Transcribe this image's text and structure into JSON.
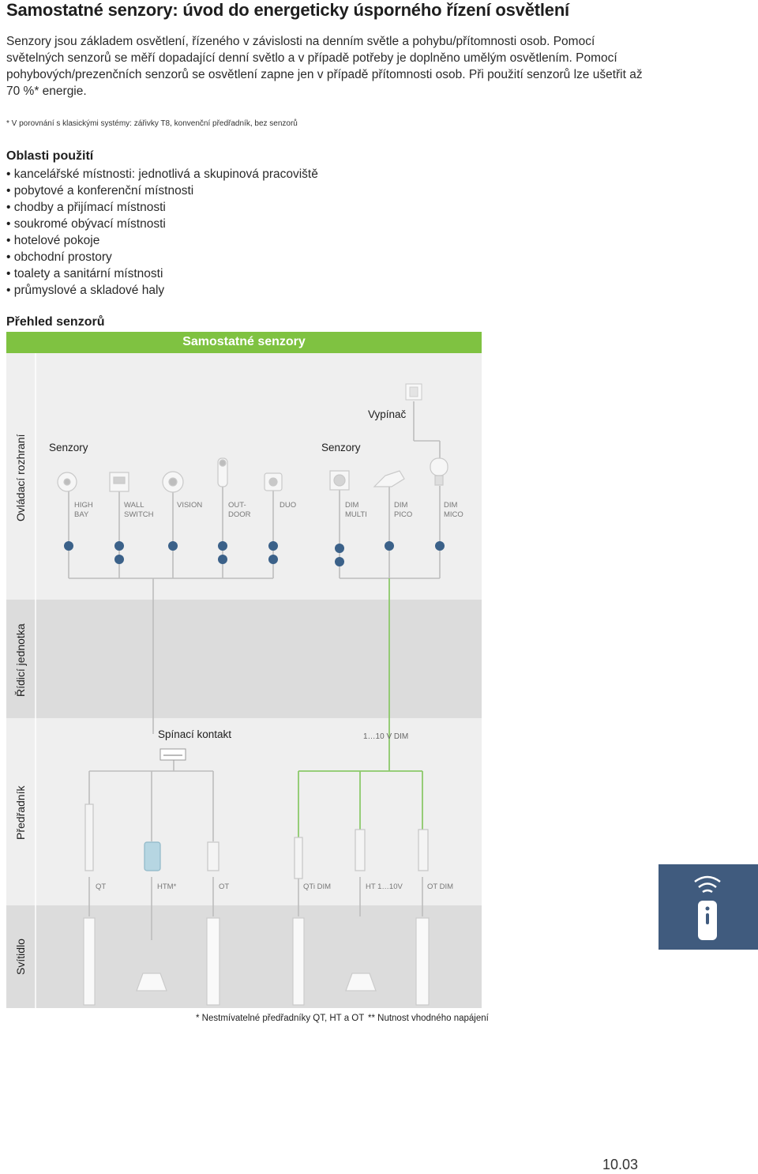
{
  "title": "Samostatné senzory: úvod do energeticky úsporného řízení osvětlení",
  "intro": "Senzory jsou základem osvětlení, řízeného v závislosti na denním světle a pohybu/přítomnosti osob. Pomocí světelných senzorů se měří dopadající denní světlo a v případě potřeby je doplněno umělým osvětlením. Pomocí pohybových/prezenčních senzorů se osvětlení zapne jen v případě přítomnosti osob. Při použití senzorů lze ušetřit až 70 %* energie.",
  "footnote": "* V porovnání s klasickými systémy: zářivky T8, konvenční předřadník, bez senzorů",
  "areas": {
    "heading": "Oblasti použití",
    "items": [
      "kancelářské místnosti: jednotlivá a skupinová pracoviště",
      "pobytové a konferenční místnosti",
      "chodby a přijímací místnosti",
      "soukromé obývací místnosti",
      "hotelové pokoje",
      "obchodní prostory",
      "toalety a sanitární místnosti",
      "průmyslové a skladové haly"
    ]
  },
  "overview": {
    "heading": "Přehled senzorů",
    "banner": "Samostatné senzory",
    "rows": [
      "Ovládací rozhraní",
      "Řídicí jednotka",
      "Předřadník",
      "Svítidlo"
    ],
    "labels": {
      "switch": "Vypínač",
      "sensors_left": "Senzory",
      "sensors_right": "Senzory",
      "relay": "Spínací kontakt",
      "dim": "1…10 V DIM"
    },
    "sensors": [
      [
        "HIGH",
        "BAY"
      ],
      [
        "WALL",
        "SWITCH"
      ],
      [
        "VISION",
        ""
      ],
      [
        "OUT-",
        "DOOR"
      ],
      [
        "DUO",
        ""
      ],
      [
        "DIM",
        "MULTI"
      ],
      [
        "DIM",
        "PICO"
      ],
      [
        "DIM",
        "MICO"
      ]
    ],
    "ballasts": [
      "QT",
      "HTM*",
      "OT",
      "QTi DIM",
      "HT 1…10V",
      "OT DIM"
    ],
    "captions": [
      "* Nestmívatelné předřadníky QT, HT a OT",
      "** Nutnost vhodného napájení"
    ]
  },
  "page_number": "10.03",
  "colors": {
    "green": "#7fc241",
    "tab_blue": "#405b7e",
    "panel_gray": "#e6e6e6"
  }
}
